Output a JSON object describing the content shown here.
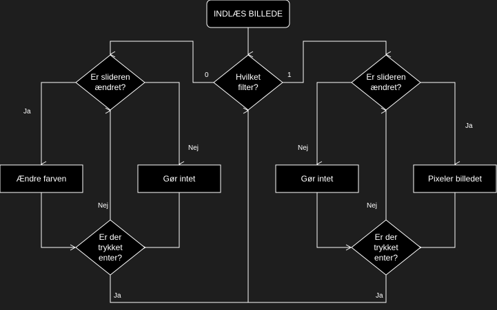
{
  "colors": {
    "background": "#1e1e1e",
    "node_fill": "#000000",
    "stroke": "#ffffff",
    "text": "#ffffff"
  },
  "nodes": {
    "start": "INDLÆS BILLEDE",
    "filter_decision": "Hvilket\nfilter?",
    "left_slider_decision": "Er slideren\nændret?",
    "left_action_yes": "Ændre farven",
    "left_action_no": "Gør intet",
    "left_enter_decision": "Er der\ntrykket\nenter?",
    "right_slider_decision": "Er slideren\nændret?",
    "right_action_no": "Gør intet",
    "right_action_yes": "Pixeler billedet",
    "right_enter_decision": "Er der\ntrykket\nenter?"
  },
  "edge_labels": {
    "filter_left": "0",
    "filter_right": "1",
    "left_slider_yes": "Ja",
    "left_slider_no": "Nej",
    "left_enter_no": "Nej",
    "left_enter_yes": "Ja",
    "right_slider_no": "Nej",
    "right_slider_yes": "Ja",
    "right_enter_no": "Nej",
    "right_enter_yes": "Ja"
  }
}
